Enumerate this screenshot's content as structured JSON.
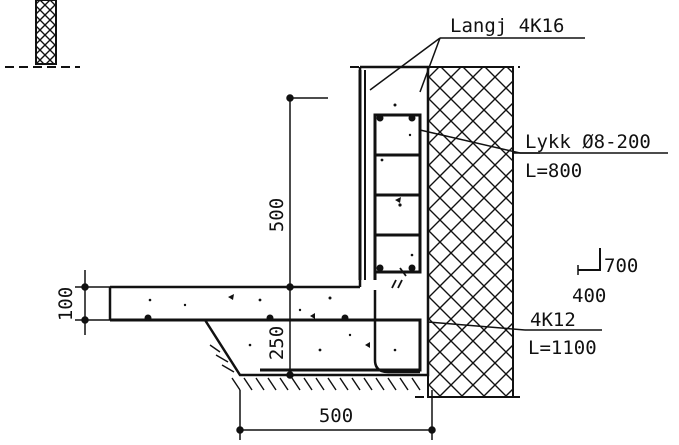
{
  "labels": {
    "langj": "Langj 4K16",
    "lykk": "Lykk Ø8-200",
    "lykk_length": "L=800",
    "bend_vertical": "700",
    "bend_horizontal": "400",
    "bottom_bar": "4K12",
    "bottom_bar_length": "L=1100"
  },
  "dimensions": {
    "wall_height": "500",
    "slab_thickness": "100",
    "haunch": "250",
    "footing_width": "500"
  },
  "colors": {
    "ink": "#111111",
    "background": "#ffffff"
  },
  "icons": {
    "insulation": "crosshatch-pattern",
    "ground": "earth-hatch",
    "concrete": "concrete-speckle"
  }
}
